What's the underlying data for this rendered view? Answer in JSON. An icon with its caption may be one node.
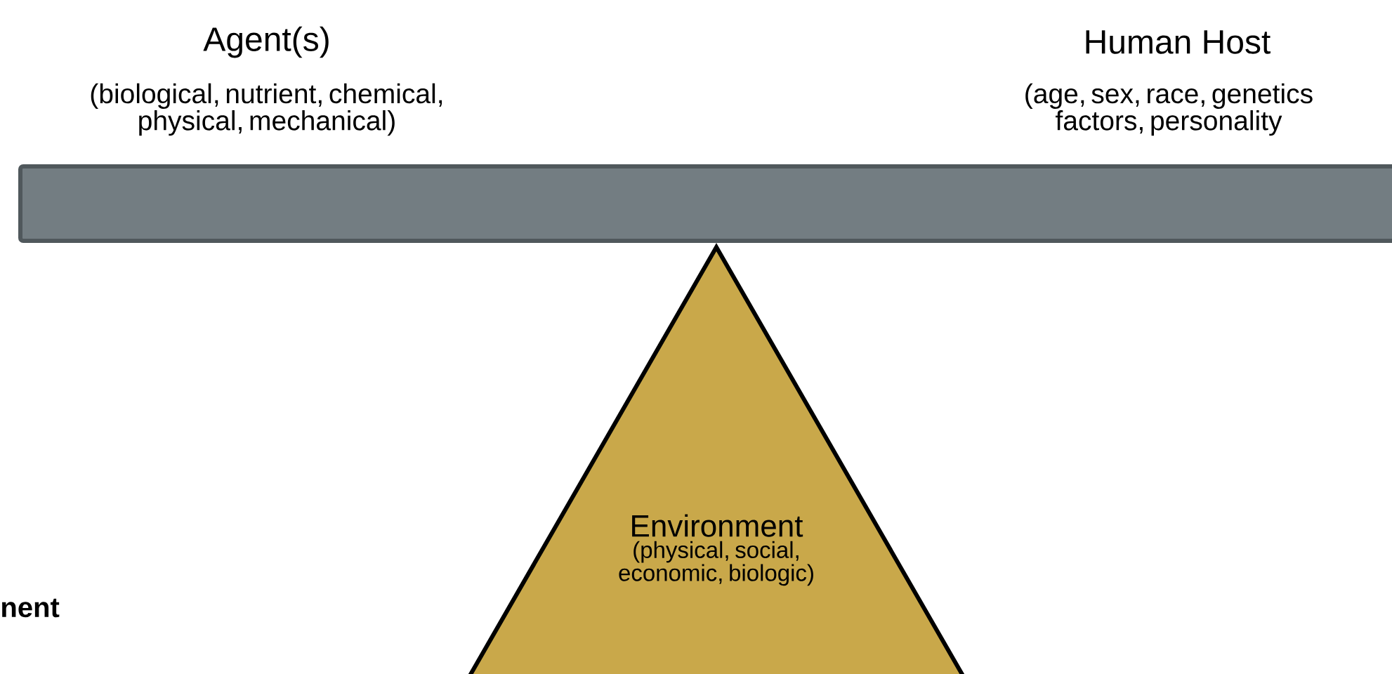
{
  "diagram": {
    "nodes": [
      {
        "text": [],
        "shape": "bar"
      },
      {
        "text": [
          "Environment",
          "(physical, social, economic, biologic)"
        ]
      }
    ],
    "labels": [
      "Agent(s)",
      "(biological, nutrient, chemical, physical, mechanical)",
      "Human Host",
      "(age, sex, race, genetics factors, personality",
      "nent"
    ]
  }
}
